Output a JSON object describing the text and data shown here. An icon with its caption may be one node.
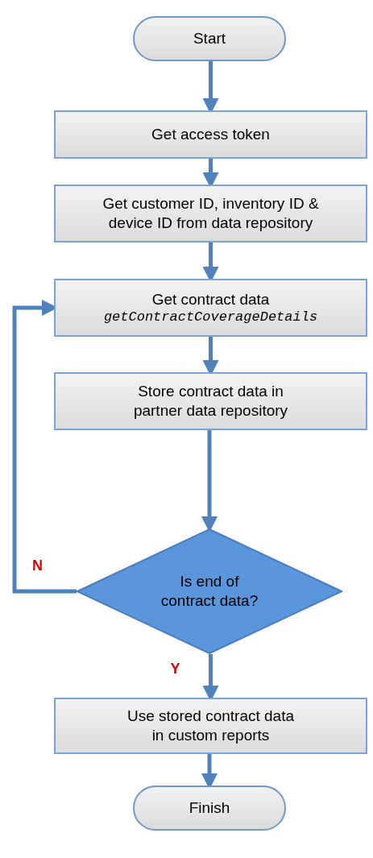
{
  "diagram": {
    "nodes": [
      {
        "text": [
          "Start"
        ]
      },
      {
        "text": [
          "Get access token"
        ]
      },
      {
        "text": [
          "Get customer ID, inventory ID & device ID from data repository"
        ]
      },
      {
        "text": [
          "Get contract data",
          "getContractCoverageDetails"
        ]
      },
      {
        "text": [
          "Store contract data in partner data repository"
        ]
      },
      {
        "text": [
          "Is end of contract data?"
        ]
      },
      {
        "text": [
          "Use stored contract data in custom reports"
        ]
      },
      {
        "text": [
          "Finish"
        ]
      }
    ],
    "edges": [
      {
        "from": 0,
        "to": 1,
        "arrow": "to"
      },
      {
        "from": 1,
        "to": 2,
        "arrow": "to"
      },
      {
        "from": 2,
        "to": 3,
        "arrow": "to"
      },
      {
        "from": 3,
        "to": 4,
        "arrow": "to"
      },
      {
        "from": 4,
        "to": 5,
        "arrow": "to"
      },
      {
        "from": 5,
        "to": 3,
        "arrow": "to",
        "label": "N"
      },
      {
        "from": 5,
        "to": 6,
        "arrow": "to",
        "label": "Y"
      },
      {
        "from": 6,
        "to": 7,
        "arrow": "to"
      }
    ]
  }
}
